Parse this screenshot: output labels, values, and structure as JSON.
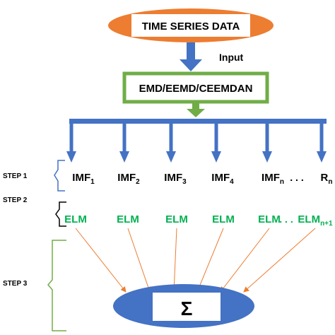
{
  "diagram": {
    "source_label": "TIME SERIES DATA",
    "input_label": "Input",
    "decomposition_label": "EMD/EEMD/CEEMDAN",
    "steps": [
      "STEP 1",
      "STEP 2",
      "STEP 3"
    ],
    "components": [
      {
        "base": "IMF",
        "sub": "1"
      },
      {
        "base": "IMF",
        "sub": "2"
      },
      {
        "base": "IMF",
        "sub": "3"
      },
      {
        "base": "IMF",
        "sub": "4"
      },
      {
        "base": "IMF",
        "sub": "n"
      },
      {
        "base": "R",
        "sub": "n"
      }
    ],
    "component_ellipsis": ". . .",
    "models": [
      {
        "base": "ELM",
        "sub": ""
      },
      {
        "base": "ELM",
        "sub": ""
      },
      {
        "base": "ELM",
        "sub": ""
      },
      {
        "base": "ELM",
        "sub": ""
      },
      {
        "base": "ELM",
        "sub": ""
      },
      {
        "base": "ELM",
        "sub": "n+1"
      }
    ],
    "model_ellipsis": ". . .",
    "sum_symbol": "Σ",
    "colors": {
      "source_fill": "#ED7D31",
      "decomposition_border": "#70AD47",
      "blue_arrow": "#4472C4",
      "green_arrow": "#70AD47",
      "elm_text": "#00B050",
      "orange_line": "#ED7D31",
      "step2_bracket": "#000000",
      "step1_bracket": "#4472C4",
      "step3_bracket": "#70AD47",
      "sum_ellipse": "#4472C4"
    }
  }
}
